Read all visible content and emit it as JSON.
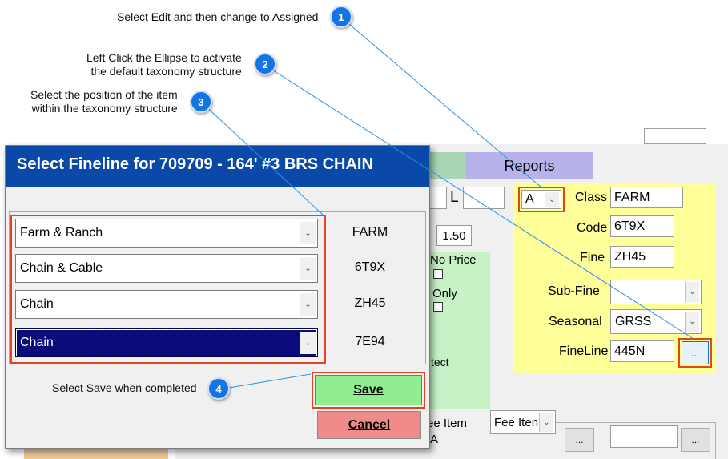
{
  "callouts": [
    {
      "num": "1",
      "text": "Select Edit and then change to Assigned"
    },
    {
      "num": "2",
      "line1": "Left Click the Ellipse to activate",
      "line2": "the default taxonomy structure"
    },
    {
      "num": "3",
      "line1": "Select the position of the item",
      "line2": "within the taxonomy structure"
    },
    {
      "num": "4",
      "text": "Select Save when completed"
    }
  ],
  "dialog": {
    "title": "Select Fineline for 709709 - 164' #3 BRS CHAIN",
    "combos": [
      {
        "value": "Farm & Ranch",
        "code": "FARM"
      },
      {
        "value": "Chain & Cable",
        "code": "6T9X"
      },
      {
        "value": "Chain",
        "code": "ZH45"
      },
      {
        "value": "Chain",
        "code": "7E94"
      }
    ],
    "save_label": "Save",
    "cancel_label": "Cancel"
  },
  "background": {
    "reports_tab": "Reports",
    "label_L": "L",
    "price_value": "1.50",
    "no_price_label": "No Price",
    "only_label": "Only",
    "tect_label": "tect",
    "assign_select": "A",
    "class_label": "Class",
    "class_value": "FARM",
    "code_label": "Code",
    "code_value": "6T9X",
    "fine_label": "Fine",
    "fine_value": "ZH45",
    "subfine_label": "Sub-Fine",
    "subfine_value": "",
    "seasonal_label": "Seasonal",
    "seasonal_value": "GRSS",
    "fineline_label": "FineLine",
    "fineline_value": "445N",
    "ellipsis": "...",
    "fee_item_label": "ee Item",
    "fee_item_select": "Fee Iten",
    "A_label": "A"
  },
  "colors": {
    "title_bar": "#0a49a7",
    "callout_badge": "#1574e4",
    "highlight_outline": "#e04420",
    "save_button": "#90ee90",
    "cancel_button": "#f08b8b",
    "yellow_panel": "#ffff99",
    "green_panel": "#c6f2c6",
    "reports_tab": "#b8b2ea"
  }
}
